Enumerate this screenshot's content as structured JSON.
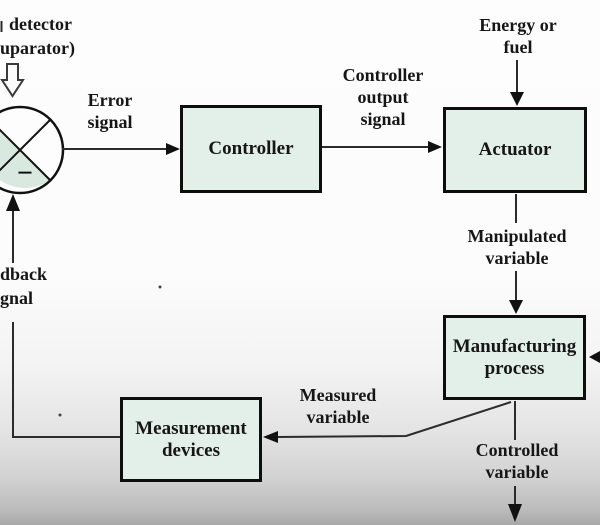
{
  "diagram_type": "feedback-control-system-block-diagram",
  "nodes": {
    "comparator": {
      "fragment_line1": "detector",
      "fragment_line2": "uparator)",
      "minus_sign": "−"
    },
    "controller": {
      "label": "Controller"
    },
    "actuator": {
      "label": "Actuator"
    },
    "manufacturing_process": {
      "line1": "Manufacturing",
      "line2": "process"
    },
    "measurement_devices": {
      "line1": "Measurement",
      "line2": "devices"
    }
  },
  "edge_labels": {
    "error_signal": {
      "line1": "Error",
      "line2": "signal"
    },
    "controller_output": {
      "line1": "Controller",
      "line2": "output",
      "line3": "signal"
    },
    "energy": {
      "line1": "Energy or",
      "line2": "fuel"
    },
    "manipulated": {
      "line1": "Manipulated",
      "line2": "variable"
    },
    "controlled": {
      "line1": "Controlled",
      "line2": "variable"
    },
    "measured": {
      "line1": "Measured",
      "line2": "variable"
    },
    "feedback_fragment": {
      "line1": "dback",
      "line2": "gnal"
    }
  },
  "colors": {
    "box_fill": "#e3efe9",
    "box_border": "#0e0e0e",
    "wedge_fill": "#d9e9e0",
    "line": "#2b2b2b",
    "background_top": "#fdfdfd",
    "background_bottom": "#a8a8a8"
  }
}
